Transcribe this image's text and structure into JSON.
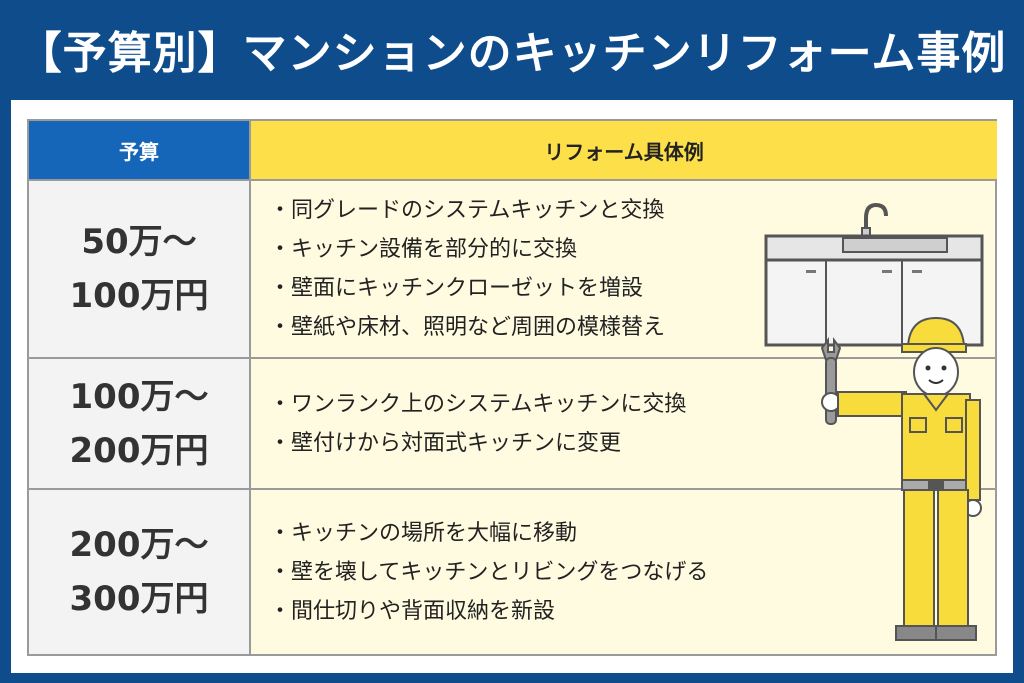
{
  "title": "【予算別】マンションのキッチンリフォーム事例",
  "table": {
    "header_budget": "予算",
    "header_example": "リフォーム具体例",
    "rows": [
      {
        "budget_line1": "50万～",
        "budget_line2": "100万円",
        "items": [
          "・同グレードのシステムキッチンと交換",
          "・キッチン設備を部分的に交換",
          "・壁面にキッチンクローゼットを増設",
          "・壁紙や床材、照明など周囲の模様替え"
        ]
      },
      {
        "budget_line1": "100万～",
        "budget_line2": "200万円",
        "items": [
          "・ワンランク上のシステムキッチンに交換",
          "・壁付けから対面式キッチンに変更"
        ]
      },
      {
        "budget_line1": "200万～",
        "budget_line2": "300万円",
        "items": [
          "・キッチンの場所を大幅に移動",
          "・壁を壊してキッチンとリビングをつなげる",
          "・間仕切りや背面収納を新設"
        ]
      }
    ]
  },
  "colors": {
    "background": "#0f4c8c",
    "header_budget": "#1565b8",
    "header_example": "#fde049",
    "row_items": "#fffbe0",
    "worker_uniform": "#f7dc3c"
  },
  "icons": [
    "kitchen-sink-icon",
    "worker-with-wrench-icon"
  ]
}
